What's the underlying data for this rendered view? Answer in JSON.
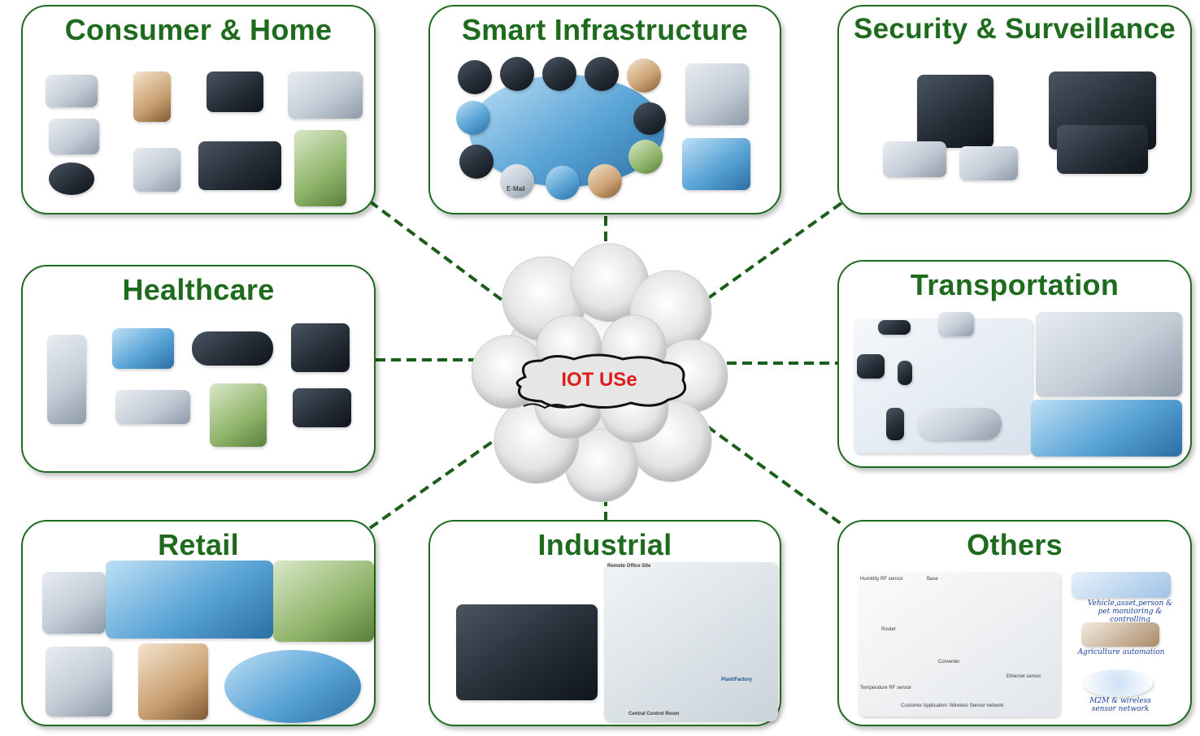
{
  "center": {
    "label": "IOT USe"
  },
  "categories": [
    {
      "id": "consumer",
      "title": "Consumer & Home"
    },
    {
      "id": "infrastructure",
      "title": "Smart Infrastructure"
    },
    {
      "id": "security",
      "title": "Security & Surveillance"
    },
    {
      "id": "healthcare",
      "title": "Healthcare"
    },
    {
      "id": "transportation",
      "title": "Transportation"
    },
    {
      "id": "retail",
      "title": "Retail"
    },
    {
      "id": "industrial",
      "title": "Industrial"
    },
    {
      "id": "others",
      "title": "Others"
    }
  ],
  "others_notes": {
    "vehicle": "Vehicle,asset,person & pet monitoring & controlling",
    "agri": "Agriculture automation",
    "m2m": "M2M & wireless sensor network"
  },
  "others_labels": {
    "humidity": "Humidity RF sensor",
    "base": "Base",
    "router": "Router",
    "converter": "Converter",
    "temperature": "Temperature RF sensor",
    "ethernet": "Ethernet sensor",
    "app": "Customer Application: Wireless Sensor network"
  },
  "industrial_labels": {
    "remote": "Remote Office Site",
    "plant": "Plant/Factory",
    "control": "Central Control Room"
  },
  "infrastructure_labels": {
    "email": "E-Mail"
  },
  "colors": {
    "title_green": "#1e6b1e",
    "border_green": "#1f6b1f",
    "connector_green": "#1a5e1a",
    "center_red": "#e01c1c"
  }
}
